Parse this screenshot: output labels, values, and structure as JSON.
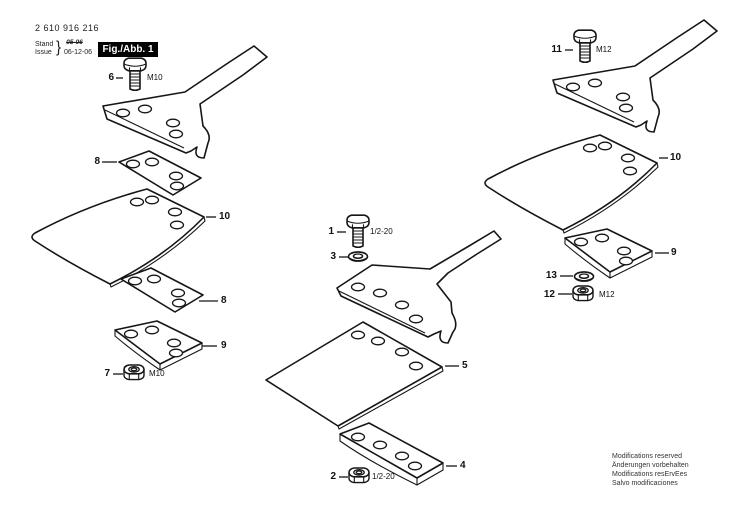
{
  "header": {
    "part_number": "2 610 916 216",
    "stand_label": "Stand",
    "issue_label": "Issue",
    "brace": "}",
    "superseded_date": "05-06",
    "issue_date": "06-12-06",
    "figure_label": "Fig./Abb. 1"
  },
  "callouts": {
    "c1": {
      "num": "1",
      "spec": "1/2-20"
    },
    "c2": {
      "num": "2",
      "spec": "1/2-20"
    },
    "c3": {
      "num": "3"
    },
    "c4": {
      "num": "4"
    },
    "c5": {
      "num": "5"
    },
    "c6": {
      "num": "6",
      "spec": "M10"
    },
    "c7": {
      "num": "7",
      "spec": "M10"
    },
    "c8a": {
      "num": "8"
    },
    "c8b": {
      "num": "8"
    },
    "c9l": {
      "num": "9"
    },
    "c9r": {
      "num": "9"
    },
    "c10l": {
      "num": "10"
    },
    "c10r": {
      "num": "10"
    },
    "c11": {
      "num": "11",
      "spec": "M12"
    },
    "c12": {
      "num": "12",
      "spec": "M12"
    },
    "c13": {
      "num": "13"
    }
  },
  "footer": {
    "lines": [
      "Modifications reserved",
      "Änderungen vorbehalten",
      "Modifications resErvEes",
      "Salvo modificaciones"
    ]
  }
}
